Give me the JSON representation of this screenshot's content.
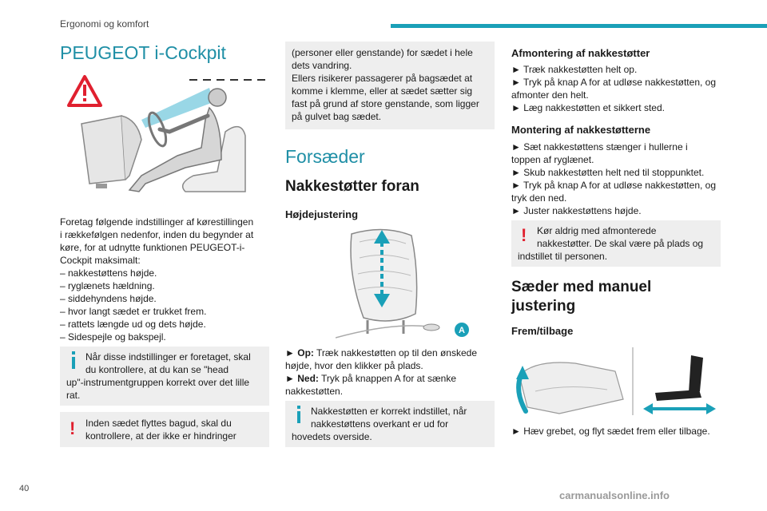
{
  "header": {
    "section": "Ergonomi og komfort"
  },
  "page_number": "40",
  "watermark": "carmanualsonline.info",
  "col1": {
    "title": "PEUGEOT i-Cockpit",
    "intro": [
      "Foretag følgende indstillinger af kørestillingen",
      "i rækkefølgen nedenfor, inden du begynder at",
      "køre, for at udnytte funktionen PEUGEOT-i-",
      "Cockpit maksimalt:"
    ],
    "list": [
      "– nakkestøttens højde.",
      "– ryglænets hældning.",
      "– siddehyndens højde.",
      "– hvor langt sædet er trukket frem.",
      "– rattets længde ud og dets højde.",
      "– Sidespejle og bakspejl."
    ],
    "info_box": [
      "Når disse indstillinger er foretaget, skal",
      "du kontrollere, at du kan se \"head",
      "up\"-instrumentgruppen korrekt over det lille",
      "rat."
    ],
    "warn_box": [
      "Inden sædet flyttes bagud, skal du",
      "kontrollere, at der ikke er hindringer"
    ]
  },
  "col2": {
    "warn_cont": [
      "(personer eller genstande) for sædet i hele",
      "dets vandring.",
      "Ellers risikerer passagerer på bagsædet at",
      "komme i klemme, eller at sædet sætter sig",
      "fast på grund af store genstande, som ligger",
      "på gulvet bag sædet."
    ],
    "section_title": "Forsæder",
    "h2": "Nakkestøtter foran",
    "h3": "Højdejustering",
    "label_a": "A",
    "steps": [
      {
        "arrow": "►",
        "key": "Op:",
        "text": " Træk nakkestøtten op til den ønskede"
      },
      {
        "arrow": "",
        "key": "",
        "text": "højde, hvor den klikker på plads."
      },
      {
        "arrow": "►",
        "key": "Ned:",
        "text": " Tryk på knappen A for at sænke"
      },
      {
        "arrow": "",
        "key": "",
        "text": "nakkestøtten."
      }
    ],
    "info_box": [
      "Nakkestøtten er korrekt indstillet, når",
      "nakkestøttens overkant er ud for",
      "hovedets overside."
    ]
  },
  "col3": {
    "h3a": "Afmontering af nakkestøtter",
    "listA": [
      "►  Træk nakkestøtten helt op.",
      "►  Tryk på knap A for at udløse nakkestøtten, og",
      "afmonter den helt.",
      "►  Læg nakkestøtten et sikkert sted."
    ],
    "h3b": "Montering af nakkestøtterne",
    "listB": [
      "►  Sæt nakkestøttens stænger i hullerne i",
      "toppen af ryglænet.",
      "►  Skub nakkestøtten helt ned til stoppunktet.",
      "►  Tryk på knap A for at udløse nakkestøtten, og",
      "tryk den ned.",
      "►  Juster nakkestøttens højde."
    ],
    "warn_box": [
      "Kør aldrig med afmonterede",
      "nakkestøtter. De skal være på plads og",
      "indstillet til personen."
    ],
    "h2": [
      "Sæder med manuel",
      "justering"
    ],
    "h3c": "Frem/tilbage",
    "step": "►  Hæv grebet, og flyt sædet frem eller tilbage."
  },
  "colors": {
    "accent": "#1aa0b8",
    "warn": "#e0202f",
    "box": "#eeeeee"
  }
}
